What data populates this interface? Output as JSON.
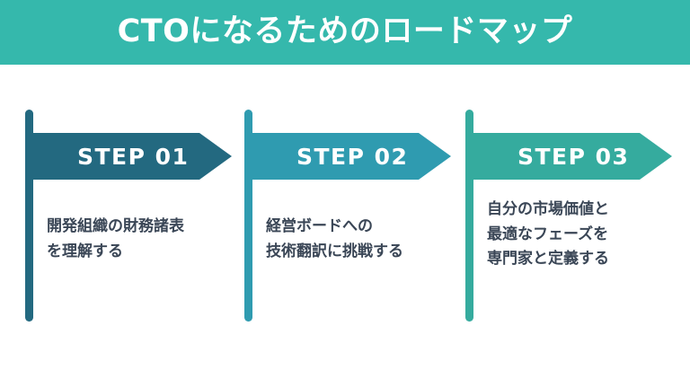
{
  "header": {
    "title": "CTOになるためのロードマップ",
    "background_color": "#35b8ac",
    "text_color": "#ffffff"
  },
  "canvas": {
    "background_color": "#ffffff",
    "body_text_color": "#3a4656"
  },
  "steps": [
    {
      "label": "STEP 01",
      "color": "#236980",
      "body_lines": [
        "開発組織の財務諸表",
        "を理解する"
      ],
      "body_text": "開発組織の財務諸表を理解する"
    },
    {
      "label": "STEP 02",
      "color": "#2f9bb0",
      "body_lines": [
        "経営ボードへの",
        "技術翻訳に挑戦する"
      ],
      "body_text": "経営ボードへの技術翻訳に挑戦する"
    },
    {
      "label": "STEP 03",
      "color": "#35ab9e",
      "body_lines": [
        "自分の市場価値と",
        "最適なフェーズを",
        "専門家と定義する"
      ],
      "body_text": "自分の市場価値と最適なフェーズを専門家と定義する"
    }
  ]
}
